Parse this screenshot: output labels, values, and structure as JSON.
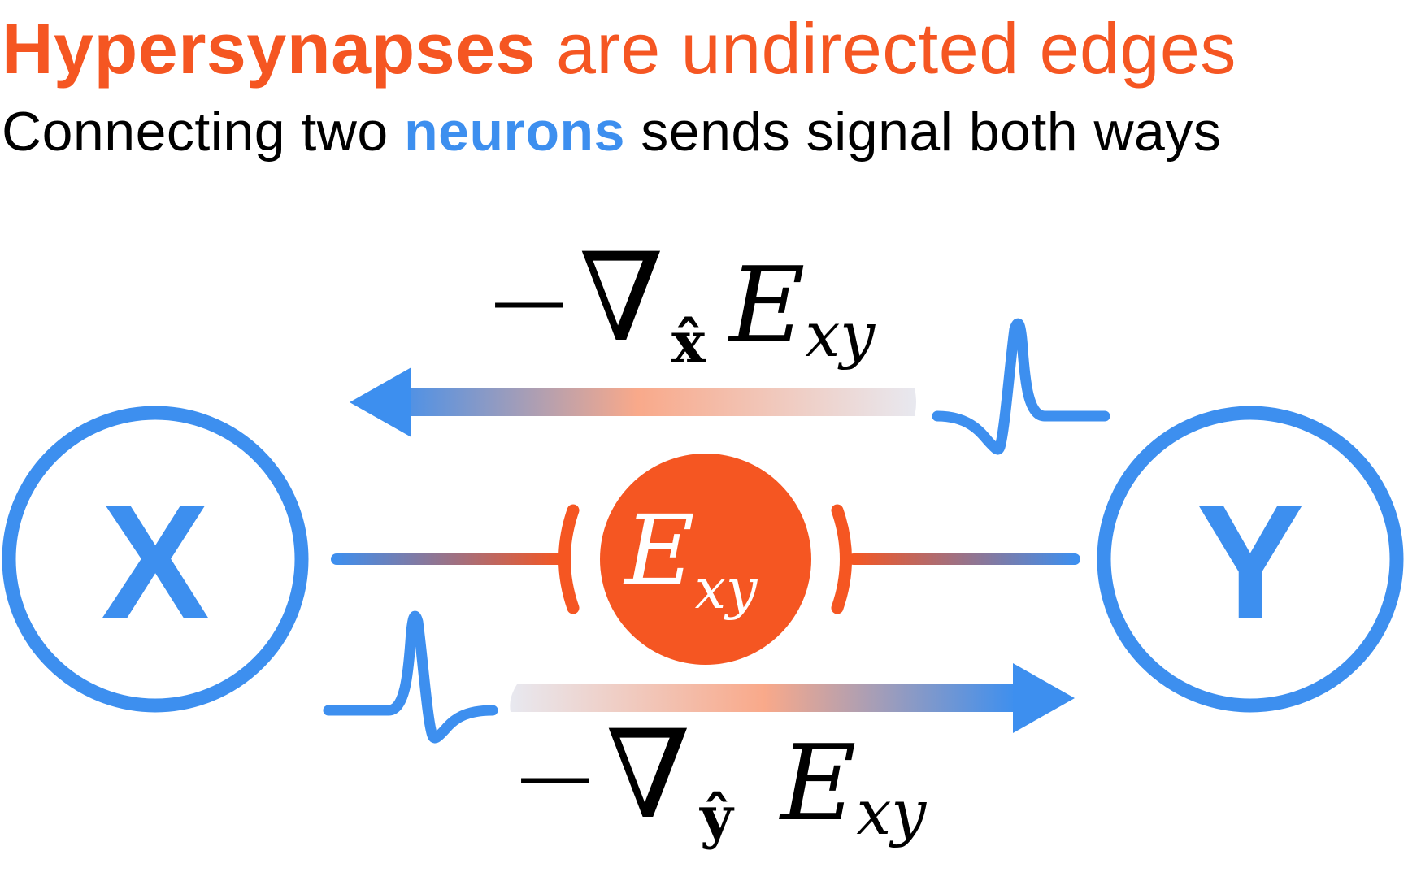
{
  "title": {
    "bold_part": "Hypersynapses",
    "rest_part": "are undirected edges"
  },
  "subtitle": {
    "before": "Connecting two",
    "highlight": "neurons",
    "after": "sends signal both ways"
  },
  "nodes": {
    "x_label": "X",
    "y_label": "Y"
  },
  "energy_node": {
    "symbol": "E",
    "subscript": "xy"
  },
  "top_formula": {
    "minus": "—",
    "nabla": "∇",
    "gradient_var": "x̂",
    "symbol": "E",
    "subscript": "xy"
  },
  "bottom_formula": {
    "minus": "—",
    "nabla": "∇",
    "gradient_var": "ŷ",
    "symbol": "E",
    "subscript": "xy"
  },
  "colors": {
    "orange": "#f55622",
    "blue": "#3d8fef",
    "peach": "#f9a98a",
    "pale": "#e8e8ef"
  }
}
